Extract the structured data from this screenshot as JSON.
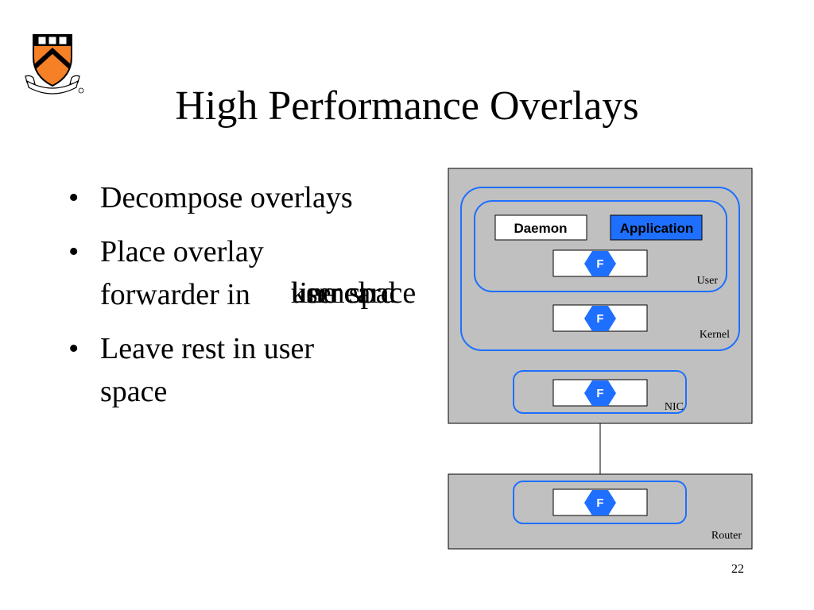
{
  "title": "High Performance Overlays",
  "bullets": [
    {
      "line1": "Decompose overlays",
      "line2": ""
    },
    {
      "line1": "Place overlay",
      "line2": "forwarder in"
    },
    {
      "line1": "Leave rest in user",
      "line2": "space"
    }
  ],
  "overlapping_words": [
    "kernel",
    "user space",
    "line card"
  ],
  "diagram": {
    "daemon_label": "Daemon",
    "application_label": "Application",
    "forwarder_label": "F",
    "user_label": "User",
    "kernel_label": "Kernel",
    "nic_label": "NIC",
    "router_label": "Router"
  },
  "page_number": "22",
  "colors": {
    "accent_blue": "#1f6fff",
    "box_gray": "#c0c0c0",
    "princeton_orange": "#f58025"
  }
}
